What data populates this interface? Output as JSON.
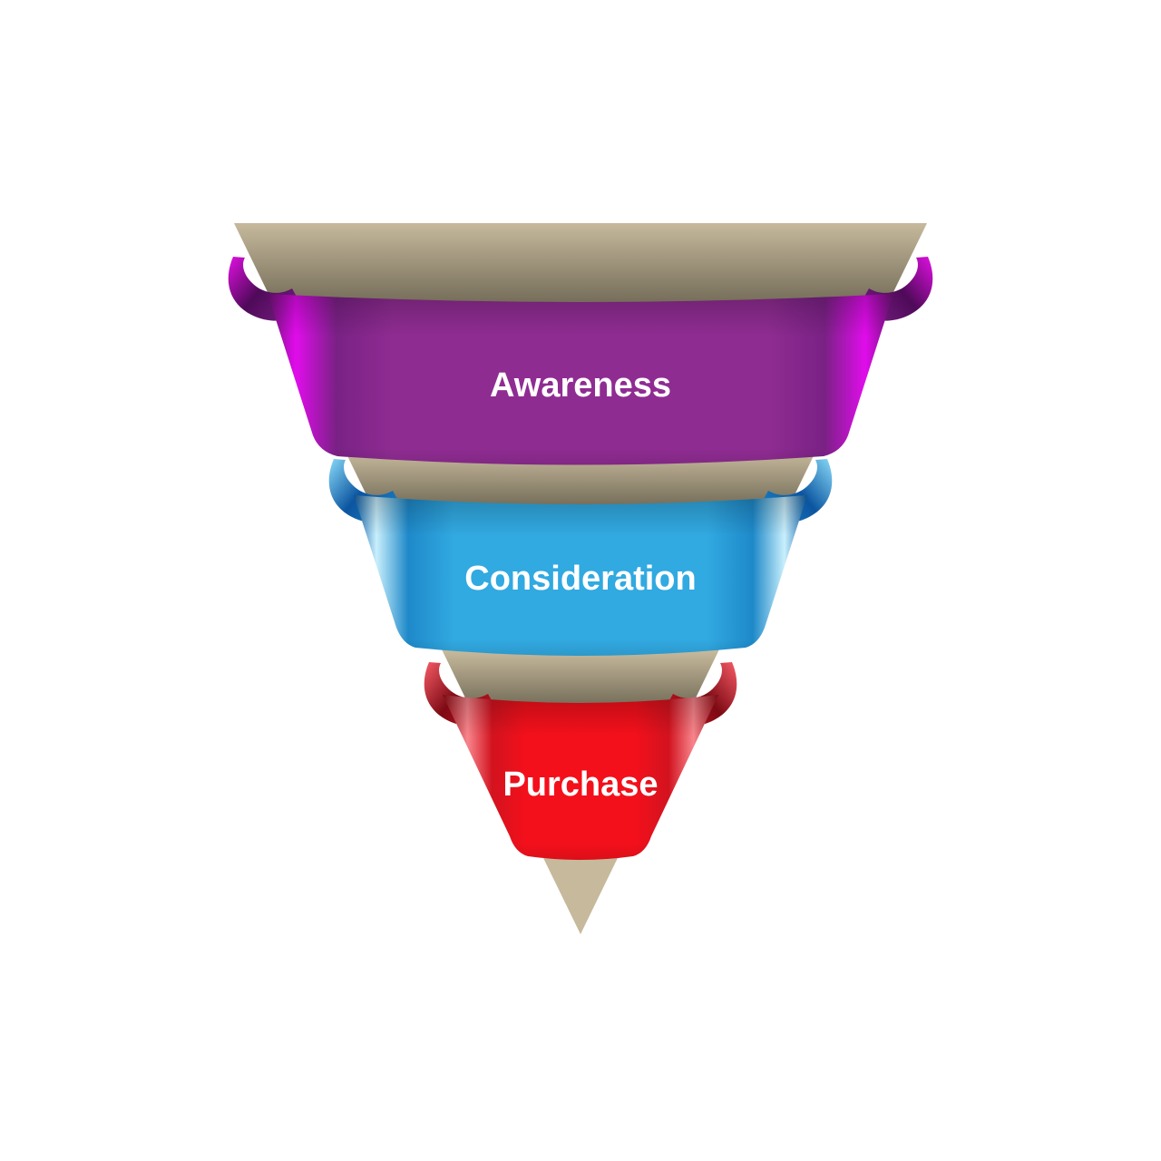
{
  "funnel": {
    "type": "funnel",
    "background": "#FFFFFF",
    "text_color": "#FFFFFF",
    "body": {
      "base": "#C6B99C",
      "shadow": "#6A6350"
    },
    "stages": [
      {
        "label": "Awareness",
        "colors": {
          "main": "#8F2C92",
          "shade": "#7A2185",
          "highlight": "#E10CEC",
          "edge": "#701378",
          "curl_dark": "#4F0A59",
          "curl_bright": "#D60FD8"
        }
      },
      {
        "label": "Consideration",
        "colors": {
          "main": "#31A9E1",
          "shade": "#1E89C9",
          "highlight": "#C9EFFC",
          "edge": "#1063AE",
          "curl_dark": "#0C55A0",
          "curl_bright": "#7FD0F2"
        }
      },
      {
        "label": "Purchase",
        "colors": {
          "main": "#F3101B",
          "shade": "#D2131F",
          "highlight": "#F8858C",
          "edge": "#9B0C17",
          "curl_dark": "#7D0A13",
          "curl_bright": "#ED5560"
        }
      }
    ]
  }
}
